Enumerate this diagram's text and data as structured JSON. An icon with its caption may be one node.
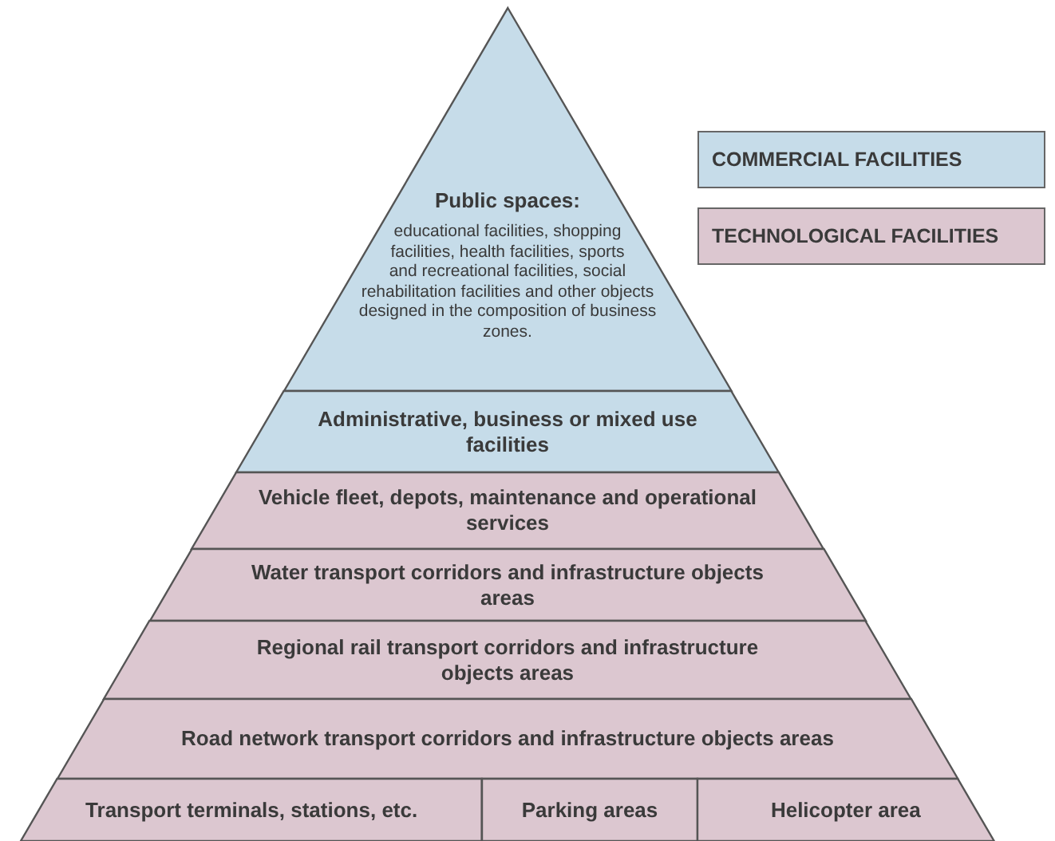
{
  "diagram": {
    "nodes": [
      {
        "text": [
          "Public spaces:",
          "educational facilities, shopping facilities, health facilities, sports and recreational facilities, social rehabilitation facilities and other objects designed in the composition of business zones."
        ]
      },
      {
        "text": [
          "Administrative, business or mixed use facilities"
        ]
      },
      {
        "text": [
          "Vehicle fleet, depots, maintenance and operational services"
        ]
      },
      {
        "text": [
          "Water transport corridors and infrastructure objects areas"
        ]
      },
      {
        "text": [
          "Regional rail transport corridors and infrastructure objects areas"
        ]
      },
      {
        "text": [
          "Road network transport corridors and infrastructure objects areas"
        ]
      },
      {
        "text": [
          "Transport terminals, stations, etc."
        ]
      },
      {
        "text": [
          "Parking areas"
        ]
      },
      {
        "text": [
          "Helicopter area"
        ]
      }
    ],
    "legend": [
      {
        "text": "COMMERCIAL FACILITIES",
        "color": "#c6dce9"
      },
      {
        "text": "TECHNOLOGICAL FACILITIES",
        "color": "#dcc7d0"
      }
    ]
  }
}
